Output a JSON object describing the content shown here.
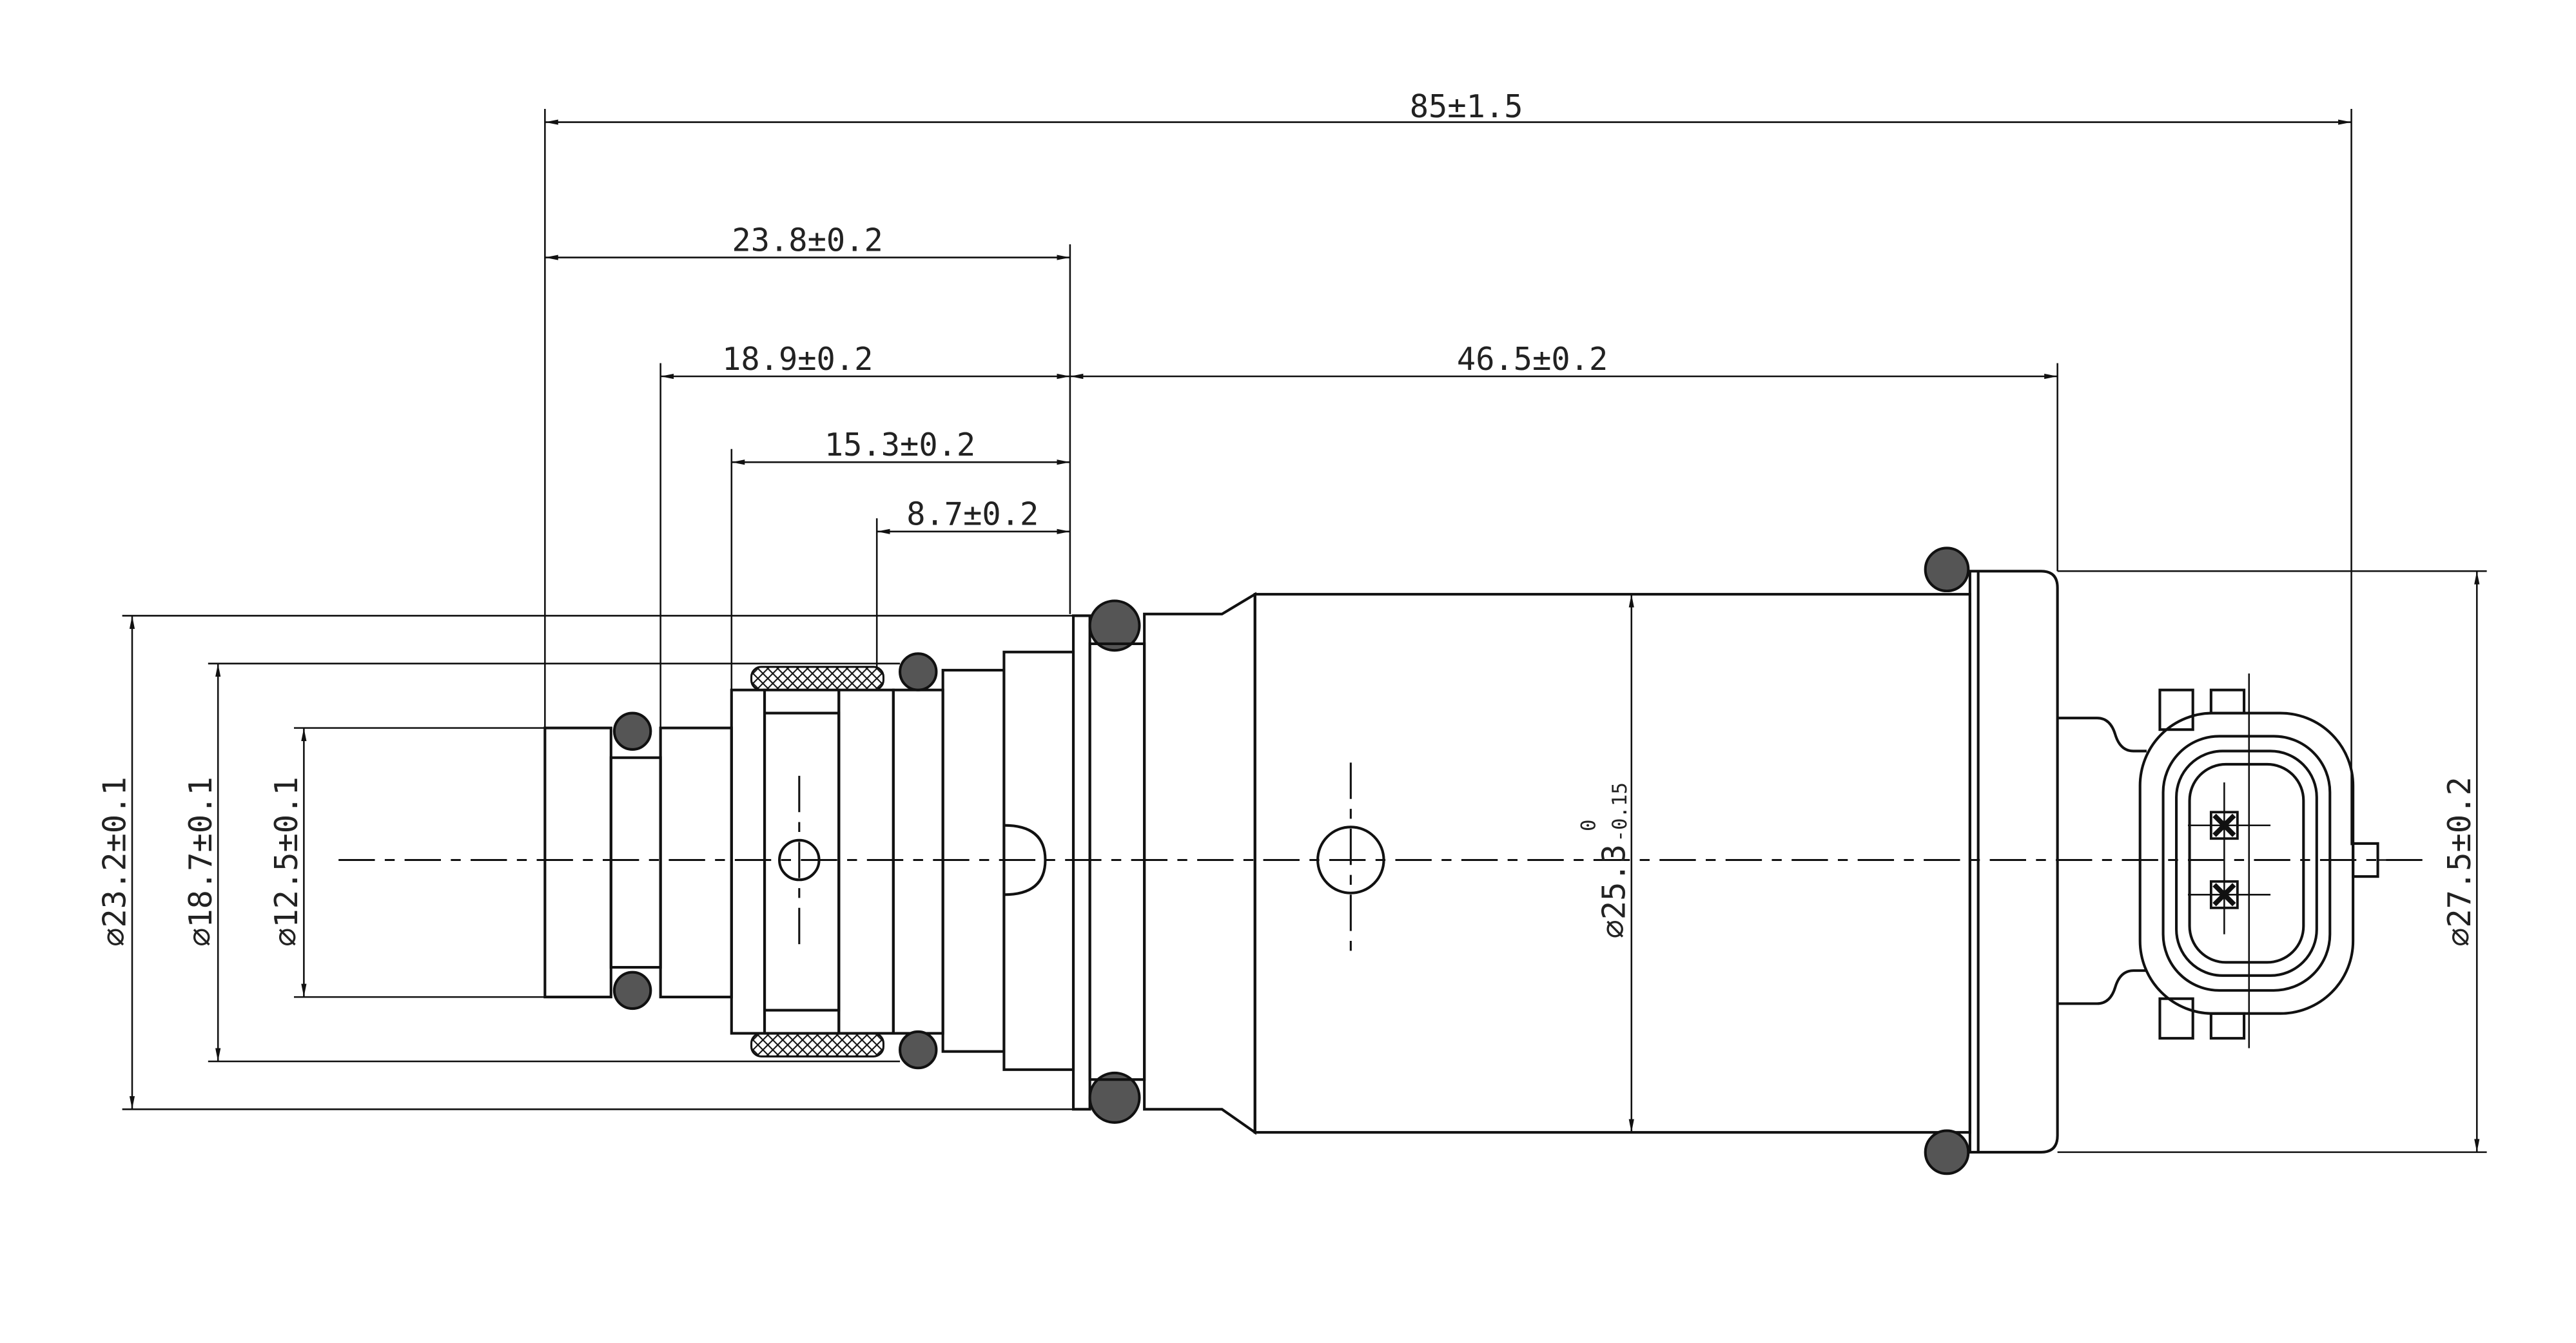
{
  "drawing": {
    "title": "Compressor control valve dimension drawing",
    "dimensions": {
      "overall_length": "85±1.5",
      "len_23_8": "23.8±0.2",
      "len_18_9": "18.9±0.2",
      "len_46_5": "46.5±0.2",
      "len_15_3": "15.3±0.2",
      "len_8_7": "8.7±0.2",
      "dia_23_2": "⌀23.2±0.1",
      "dia_18_7": "⌀18.7±0.1",
      "dia_12_5": "⌀12.5±0.1",
      "dia_25_3": "⌀25.3",
      "dia_25_3_upper_tol": "0",
      "dia_25_3_lower_tol": "-0.15",
      "dia_27_5": "⌀27.5±0.2"
    },
    "line_color": "#111111"
  }
}
